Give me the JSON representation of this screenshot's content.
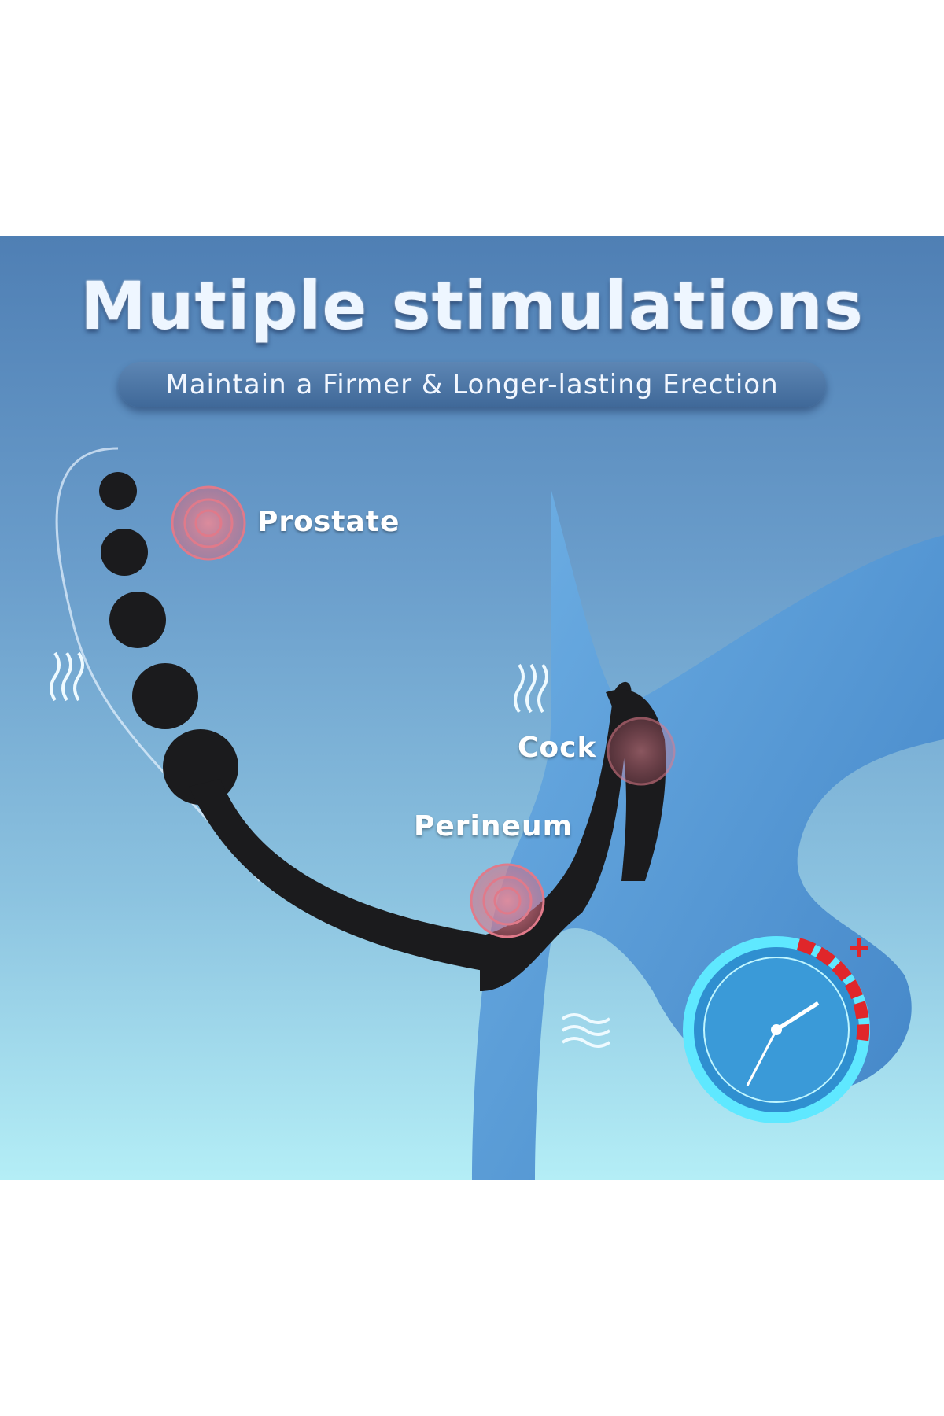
{
  "header": {
    "title": "Mutiple stimulations",
    "subtitle": "Maintain a Firmer & Longer-lasting Erection"
  },
  "labels": {
    "prostate": "Prostate",
    "cock": "Cock",
    "perineum": "Perineum"
  },
  "colors": {
    "background_top": "#4f7fb4",
    "background_bottom": "#b4eef6",
    "silhouette": "#4d8ed0",
    "device": "#1b1b1d",
    "pulse": "#e07a8a",
    "clock": "#5fe8ff",
    "clock_extra": "#e0262a"
  },
  "icons": [
    "vibration-icon",
    "pulse-target-icon",
    "clock-icon"
  ]
}
